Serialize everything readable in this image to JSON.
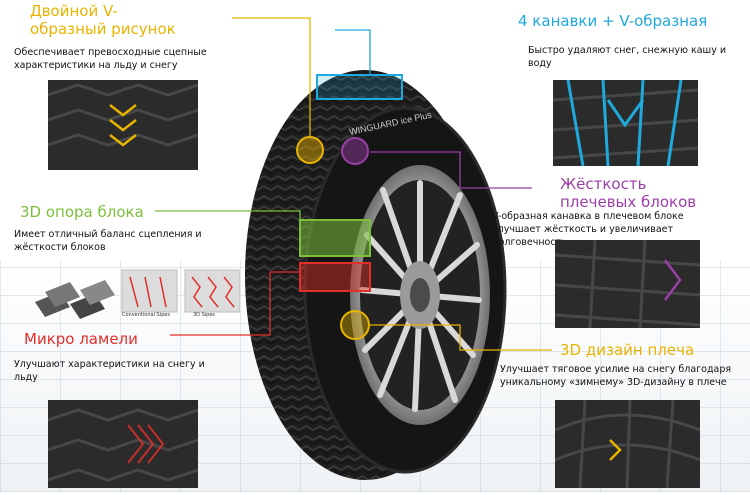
{
  "features": {
    "v_pattern": {
      "title": "Двойной V-\nобразный рисунок",
      "desc": "Обеспечивает превосходные сцепные характеристики на льду и снегу",
      "color": "#e8b400"
    },
    "grooves": {
      "title": "4 канавки + V-образная",
      "desc": "Быстро удаляют снег, снежную кашу и воду",
      "color": "#1fa9dc"
    },
    "shoulder_stiffness": {
      "title": "Жёсткость\nплечевых блоков",
      "desc": "V-образная канавка в плечевом блоке улучшает жёсткость и увеличивает долговечность",
      "color": "#9b3fa8"
    },
    "block_support": {
      "title": "3D опора блока",
      "desc": "Имеет отличный баланс сцепления и жёсткости блоков",
      "color": "#7cbf3a",
      "caption_left": "Conventional Sipes",
      "caption_right": "3D Sipes"
    },
    "micro_sipes": {
      "title": "Микро ламели",
      "desc": "Улучшают характеристики на снегу и льду",
      "color": "#e0302a"
    },
    "shoulder_design": {
      "title": "3D дизайн плеча",
      "desc": "Улучшает тяговое усилие на снегу благодаря уникальному «зимнему» 3D-дизайну в плече",
      "color": "#e8b400"
    }
  },
  "tire": {
    "brand_text": "WINGUARD ice Plus"
  }
}
